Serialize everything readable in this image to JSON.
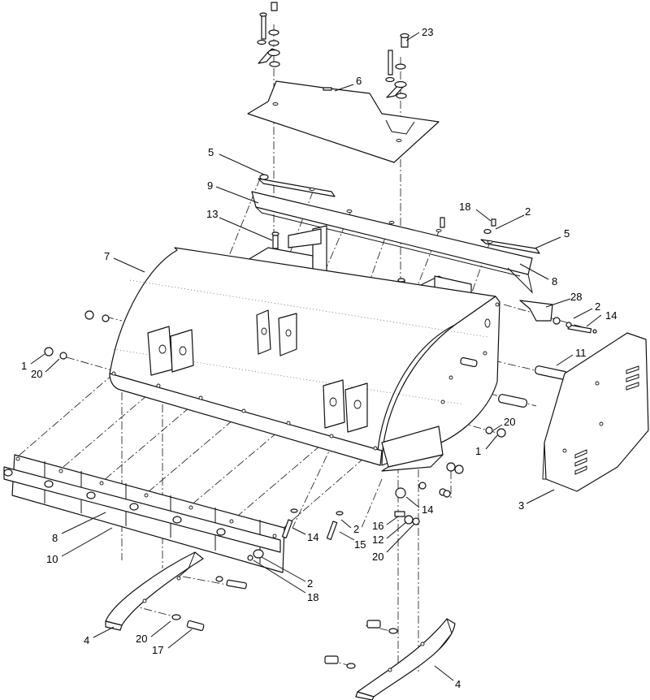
{
  "callouts": [
    {
      "id": "c23",
      "label": "23"
    },
    {
      "id": "c6",
      "label": "6"
    },
    {
      "id": "c5a",
      "label": "5"
    },
    {
      "id": "c9",
      "label": "9"
    },
    {
      "id": "c18a",
      "label": "18"
    },
    {
      "id": "c2a",
      "label": "2"
    },
    {
      "id": "c5b",
      "label": "5"
    },
    {
      "id": "c13",
      "label": "13"
    },
    {
      "id": "c7",
      "label": "7"
    },
    {
      "id": "c8a",
      "label": "8"
    },
    {
      "id": "c28",
      "label": "28"
    },
    {
      "id": "c2b",
      "label": "2"
    },
    {
      "id": "c14a",
      "label": "14"
    },
    {
      "id": "c1a",
      "label": "1"
    },
    {
      "id": "c20a",
      "label": "20"
    },
    {
      "id": "c11",
      "label": "11"
    },
    {
      "id": "c20b",
      "label": "20"
    },
    {
      "id": "c1b",
      "label": "1"
    },
    {
      "id": "c3",
      "label": "3"
    },
    {
      "id": "c14b",
      "label": "14"
    },
    {
      "id": "c16",
      "label": "16"
    },
    {
      "id": "c12",
      "label": "12"
    },
    {
      "id": "c20c",
      "label": "20"
    },
    {
      "id": "c8b",
      "label": "8"
    },
    {
      "id": "c14c",
      "label": "14"
    },
    {
      "id": "c2c",
      "label": "2"
    },
    {
      "id": "c15",
      "label": "15"
    },
    {
      "id": "c10",
      "label": "10"
    },
    {
      "id": "c2d",
      "label": "2"
    },
    {
      "id": "c18b",
      "label": "18"
    },
    {
      "id": "c4a",
      "label": "4"
    },
    {
      "id": "c20d",
      "label": "20"
    },
    {
      "id": "c17",
      "label": "17"
    },
    {
      "id": "c4b",
      "label": "4"
    }
  ]
}
